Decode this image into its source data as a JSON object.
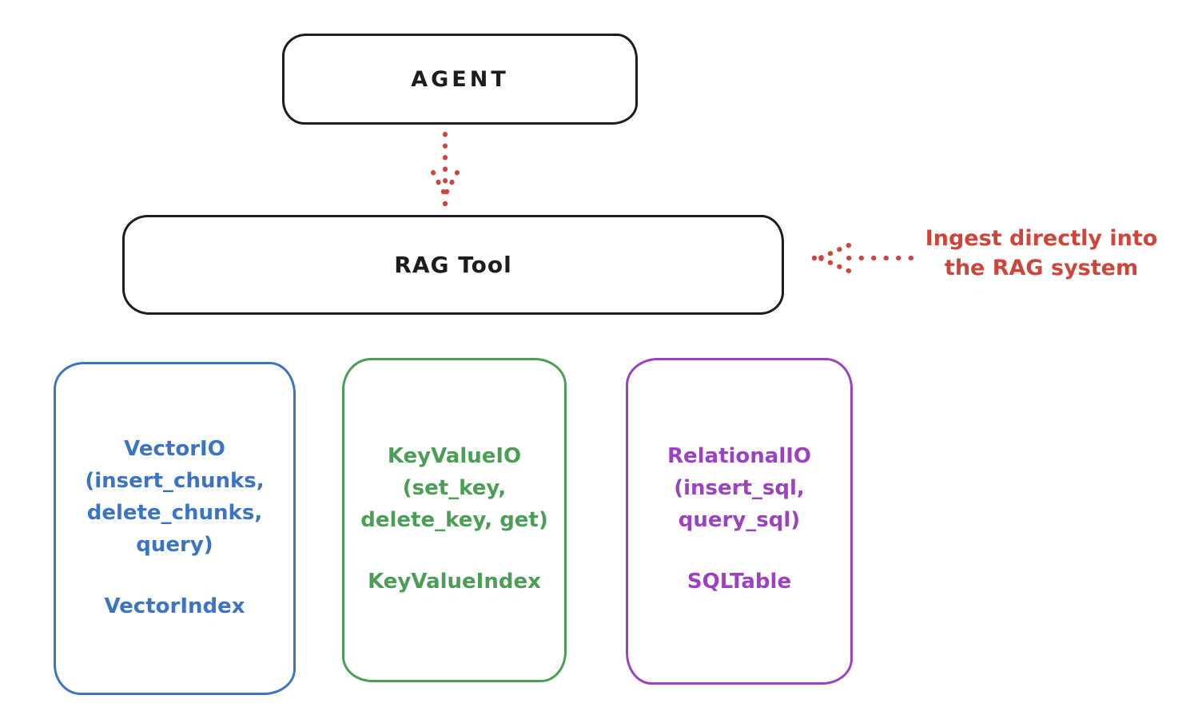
{
  "canvas": {
    "background": "#ffffff"
  },
  "agent_box": {
    "label": "AGENT",
    "border_color": "#1d1d1d",
    "text_color": "#1d1d1d"
  },
  "rag_tool_box": {
    "label": "RAG Tool",
    "border_color": "#1d1d1d",
    "text_color": "#1d1d1d"
  },
  "annotation": {
    "line1": "Ingest directly into",
    "line2": "the RAG system",
    "color": "#d0453a"
  },
  "arrows": {
    "agent_to_rag_tool": {
      "style": "dotted",
      "color": "#d0453a",
      "direction": "down"
    },
    "annotation_to_rag_tool": {
      "style": "dotted",
      "color": "#d0453a",
      "direction": "left"
    }
  },
  "storage_boxes": [
    {
      "id": "vector-io",
      "color": "#3b74c4",
      "title_lines": [
        "VectorIO",
        "(insert_chunks,",
        "delete_chunks,",
        "query)"
      ],
      "footer": "VectorIndex"
    },
    {
      "id": "keyvalue-io",
      "color": "#4a9e55",
      "title_lines": [
        "KeyValueIO",
        "(set_key,",
        "delete_key, get)"
      ],
      "footer": "KeyValueIndex"
    },
    {
      "id": "relational-io",
      "color": "#9c42c0",
      "title_lines": [
        "RelationalIO",
        "(insert_sql,",
        "query_sql)"
      ],
      "footer": "SQLTable"
    }
  ]
}
